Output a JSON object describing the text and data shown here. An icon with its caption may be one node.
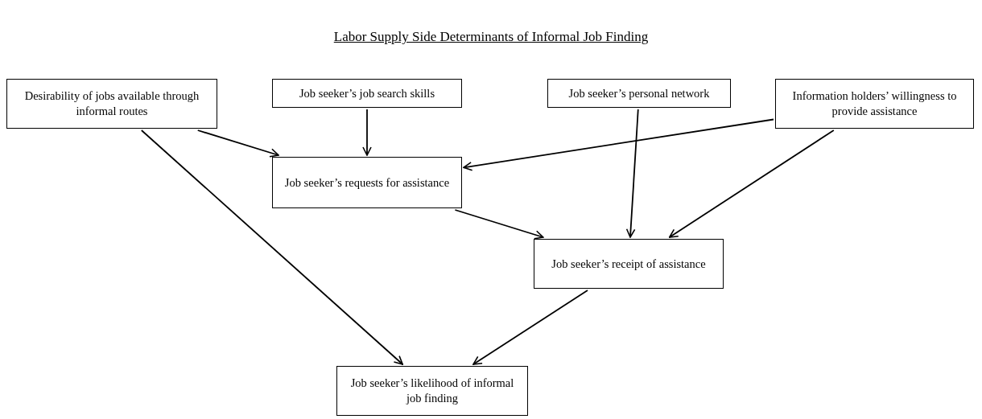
{
  "diagram": {
    "title": "Labor Supply Side Determinants of Informal Job Finding",
    "nodes": [
      {
        "text": [
          "Desirability of jobs available through informal routes"
        ]
      },
      {
        "text": [
          "Job seeker’s job search skills"
        ]
      },
      {
        "text": [
          "Job seeker’s personal network"
        ]
      },
      {
        "text": [
          "Information holders’ willingness to provide assistance"
        ]
      },
      {
        "text": [
          "Job seeker’s requests for assistance"
        ]
      },
      {
        "text": [
          "Job seeker’s receipt of assistance"
        ]
      },
      {
        "text": [
          "Job seeker’s likelihood of informal job finding"
        ]
      }
    ],
    "edges": [
      {
        "from": 0,
        "to": 4,
        "arrow": "to"
      },
      {
        "from": 0,
        "to": 6,
        "arrow": "to"
      },
      {
        "from": 1,
        "to": 4,
        "arrow": "to"
      },
      {
        "from": 2,
        "to": 5,
        "arrow": "to"
      },
      {
        "from": 3,
        "to": 4,
        "arrow": "to"
      },
      {
        "from": 3,
        "to": 5,
        "arrow": "to"
      },
      {
        "from": 4,
        "to": 5,
        "arrow": "to"
      },
      {
        "from": 5,
        "to": 6,
        "arrow": "to"
      }
    ]
  }
}
